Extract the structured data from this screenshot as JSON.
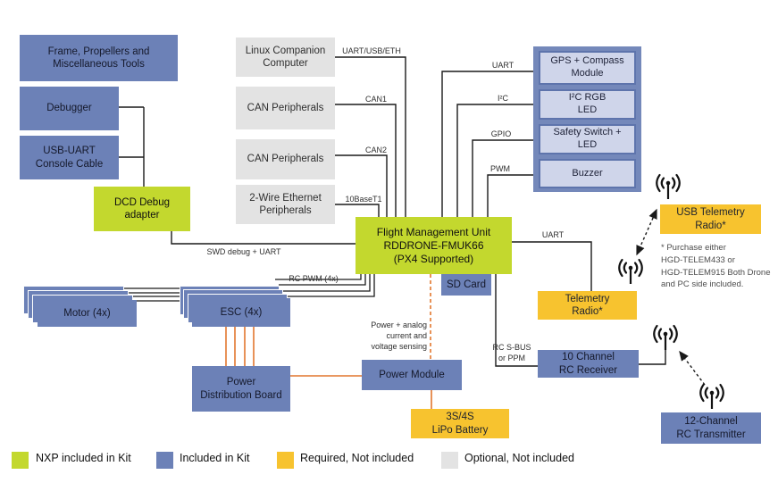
{
  "colors": {
    "nxp_green": "#C3D82E",
    "kit_blue": "#6C81B7",
    "required_yellow": "#F7C32F",
    "optional_gray": "#E3E3E3",
    "inner_light_blue": "#CFD5EA",
    "power_orange": "#E2772E",
    "wire_black": "#1A1A1A"
  },
  "nodes": {
    "frame": "Frame, Propellers and\nMiscellaneous Tools",
    "debugger": "Debugger",
    "usb_uart": "USB-UART\nConsole Cable",
    "dcd": "DCD Debug\nadapter",
    "linux": "Linux Companion\nComputer",
    "can1": "CAN Peripherals",
    "can2": "CAN Peripherals",
    "ethernet": "2-Wire Ethernet\nPeripherals",
    "fmu": "Flight Management Unit\nRDDRONE-FMUK66\n(PX4 Supported)",
    "sd_card": "SD Card",
    "gps": "GPS + Compass\nModule",
    "rgb_led": "I²C RGB\nLED",
    "safety": "Safety Switch +\nLED",
    "buzzer": "Buzzer",
    "usb_telemetry": "USB Telemetry\nRadio*",
    "telemetry": "Telemetry\nRadio*",
    "receiver": "10 Channel\nRC Receiver",
    "transmitter": "12-Channel\nRC Transmitter",
    "motor": "Motor (4x)",
    "esc": "ESC (4x)",
    "pdb": "Power\nDistribution Board",
    "power_module": "Power Module",
    "battery": "3S/4S\nLiPo Battery"
  },
  "wires": {
    "uart_usb_eth": "UART/USB/ETH",
    "can1": "CAN1",
    "can2": "CAN2",
    "ethernet": "10BaseT1",
    "gps_uart": "UART",
    "i2c": "I²C",
    "gpio": "GPIO",
    "pwm": "PWM",
    "swd": "SWD debug + UART",
    "rc_pwm": "RC PWM (4x)",
    "telem_uart": "UART",
    "rc_sbus": "RC S-BUS\nor PPM",
    "power_sense": "Power + analog\ncurrent and\nvoltage sensing"
  },
  "note": "* Purchase either\nHGD-TELEM433 or\nHGD-TELEM915 Both Drone\nand PC side included.",
  "legend": {
    "items": [
      {
        "label": "NXP included in Kit",
        "color": "#C3D82E"
      },
      {
        "label": "Included in Kit",
        "color": "#6C81B7"
      },
      {
        "label": "Required, Not included",
        "color": "#F7C32F"
      },
      {
        "label": "Optional, Not included",
        "color": "#E3E3E3"
      }
    ]
  }
}
